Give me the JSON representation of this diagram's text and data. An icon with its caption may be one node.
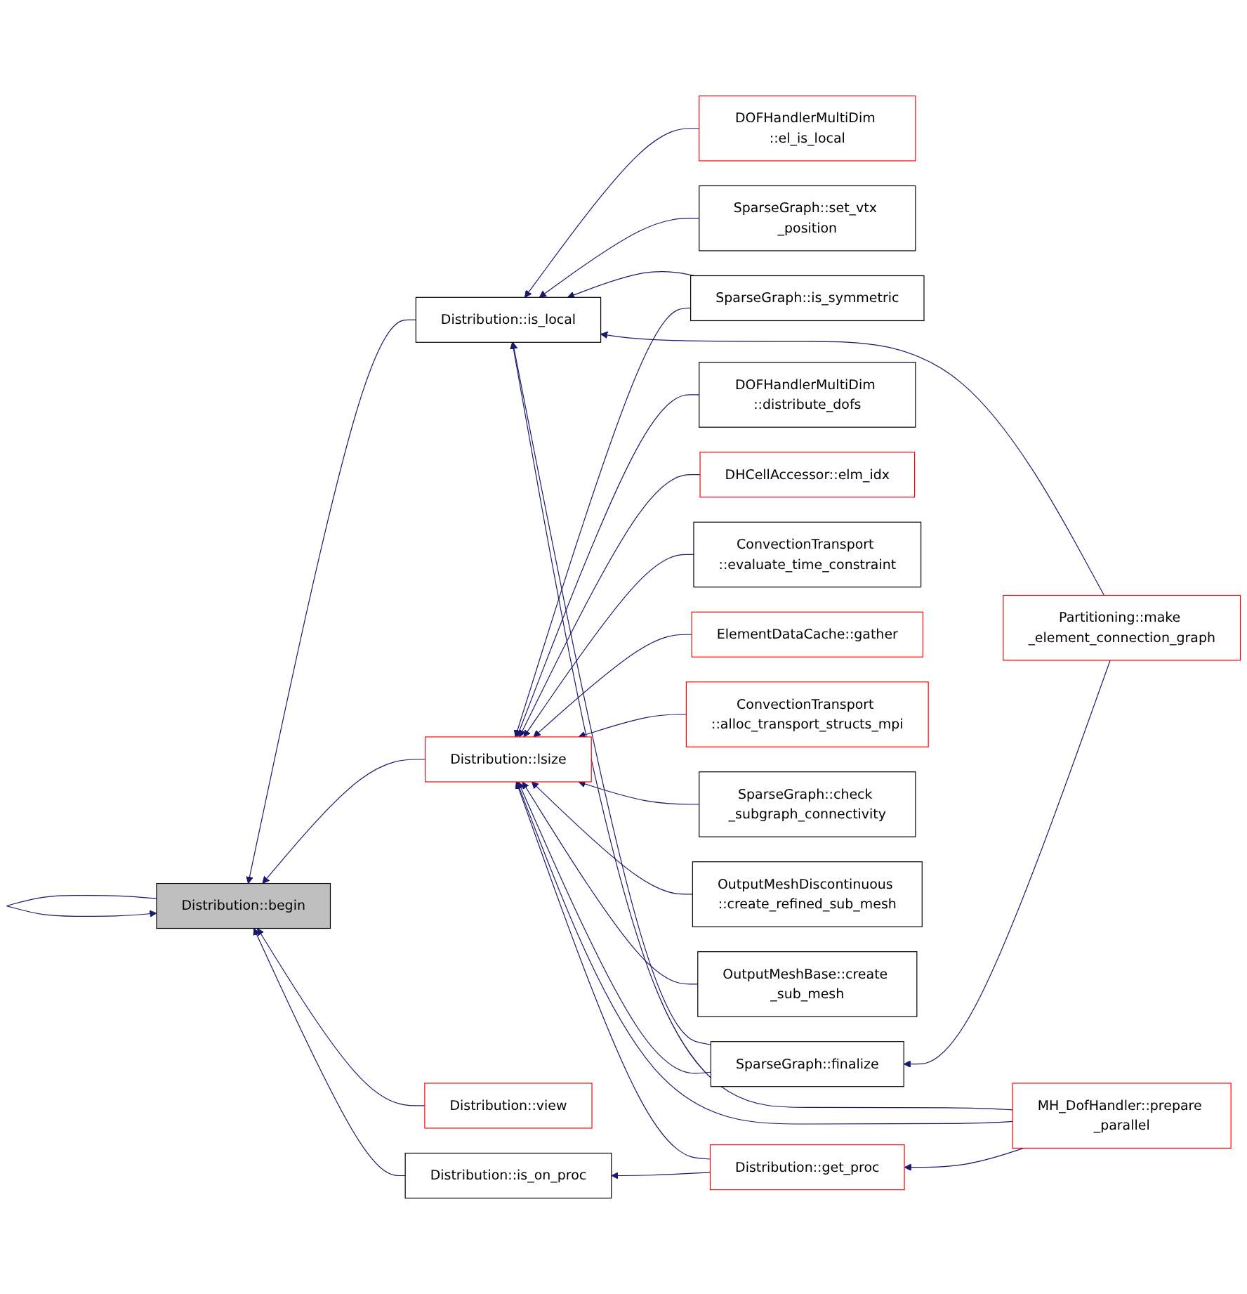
{
  "diagram": {
    "nodes": [
      {
        "text": [
          "Distribution::begin"
        ]
      },
      {
        "text": [
          "Distribution::lsize"
        ]
      },
      {
        "text": [
          "Distribution::is_on_proc"
        ]
      },
      {
        "text": [
          "Distribution::view"
        ]
      },
      {
        "text": [
          "Distribution::is_local"
        ]
      },
      {
        "text": [
          "DOFHandlerMultiDim ::el_is_local"
        ]
      },
      {
        "text": [
          "Partitioning::make _element_connection_graph"
        ]
      },
      {
        "text": [
          "SparseGraph::set_vtx _position"
        ]
      },
      {
        "text": [
          "SparseGraph::is_symmetric"
        ]
      },
      {
        "text": [
          "SparseGraph::finalize"
        ]
      },
      {
        "text": [
          "DOFHandlerMultiDim ::distribute_dofs"
        ]
      },
      {
        "text": [
          "DHCellAccessor::elm_idx"
        ]
      },
      {
        "text": [
          "ConvectionTransport ::evaluate_time_constraint"
        ]
      },
      {
        "text": [
          "ElementDataCache::gather"
        ]
      },
      {
        "text": [
          "ConvectionTransport ::alloc_transport_structs_mpi"
        ]
      },
      {
        "text": [
          "SparseGraph::check _subgraph_connectivity"
        ]
      },
      {
        "text": [
          "OutputMeshDiscontinuous ::create_refined_sub_mesh"
        ]
      },
      {
        "text": [
          "OutputMeshBase::create _sub_mesh"
        ]
      },
      {
        "text": [
          "MH_DofHandler::prepare _parallel"
        ]
      },
      {
        "text": [
          "Distribution::get_proc"
        ]
      }
    ],
    "edges": [
      {
        "from": 0,
        "to": 0,
        "arrow": "to"
      },
      {
        "from": 1,
        "to": 0,
        "arrow": "to"
      },
      {
        "from": 2,
        "to": 0,
        "arrow": "to"
      },
      {
        "from": 3,
        "to": 0,
        "arrow": "to"
      },
      {
        "from": 4,
        "to": 0,
        "arrow": "to"
      },
      {
        "from": 5,
        "to": 4,
        "arrow": "to"
      },
      {
        "from": 6,
        "to": 4,
        "arrow": "to"
      },
      {
        "from": 7,
        "to": 4,
        "arrow": "to"
      },
      {
        "from": 8,
        "to": 4,
        "arrow": "to"
      },
      {
        "from": 9,
        "to": 4,
        "arrow": "to"
      },
      {
        "from": 18,
        "to": 4,
        "arrow": "to"
      },
      {
        "from": 6,
        "to": 9,
        "arrow": "to"
      },
      {
        "from": 8,
        "to": 1,
        "arrow": "to"
      },
      {
        "from": 9,
        "to": 1,
        "arrow": "to"
      },
      {
        "from": 10,
        "to": 1,
        "arrow": "to"
      },
      {
        "from": 11,
        "to": 1,
        "arrow": "to"
      },
      {
        "from": 12,
        "to": 1,
        "arrow": "to"
      },
      {
        "from": 13,
        "to": 1,
        "arrow": "to"
      },
      {
        "from": 14,
        "to": 1,
        "arrow": "to"
      },
      {
        "from": 15,
        "to": 1,
        "arrow": "to"
      },
      {
        "from": 16,
        "to": 1,
        "arrow": "to"
      },
      {
        "from": 17,
        "to": 1,
        "arrow": "to"
      },
      {
        "from": 18,
        "to": 1,
        "arrow": "to"
      },
      {
        "from": 19,
        "to": 1,
        "arrow": "to"
      },
      {
        "from": 19,
        "to": 2,
        "arrow": "to"
      },
      {
        "from": 18,
        "to": 19,
        "arrow": "to"
      }
    ]
  }
}
